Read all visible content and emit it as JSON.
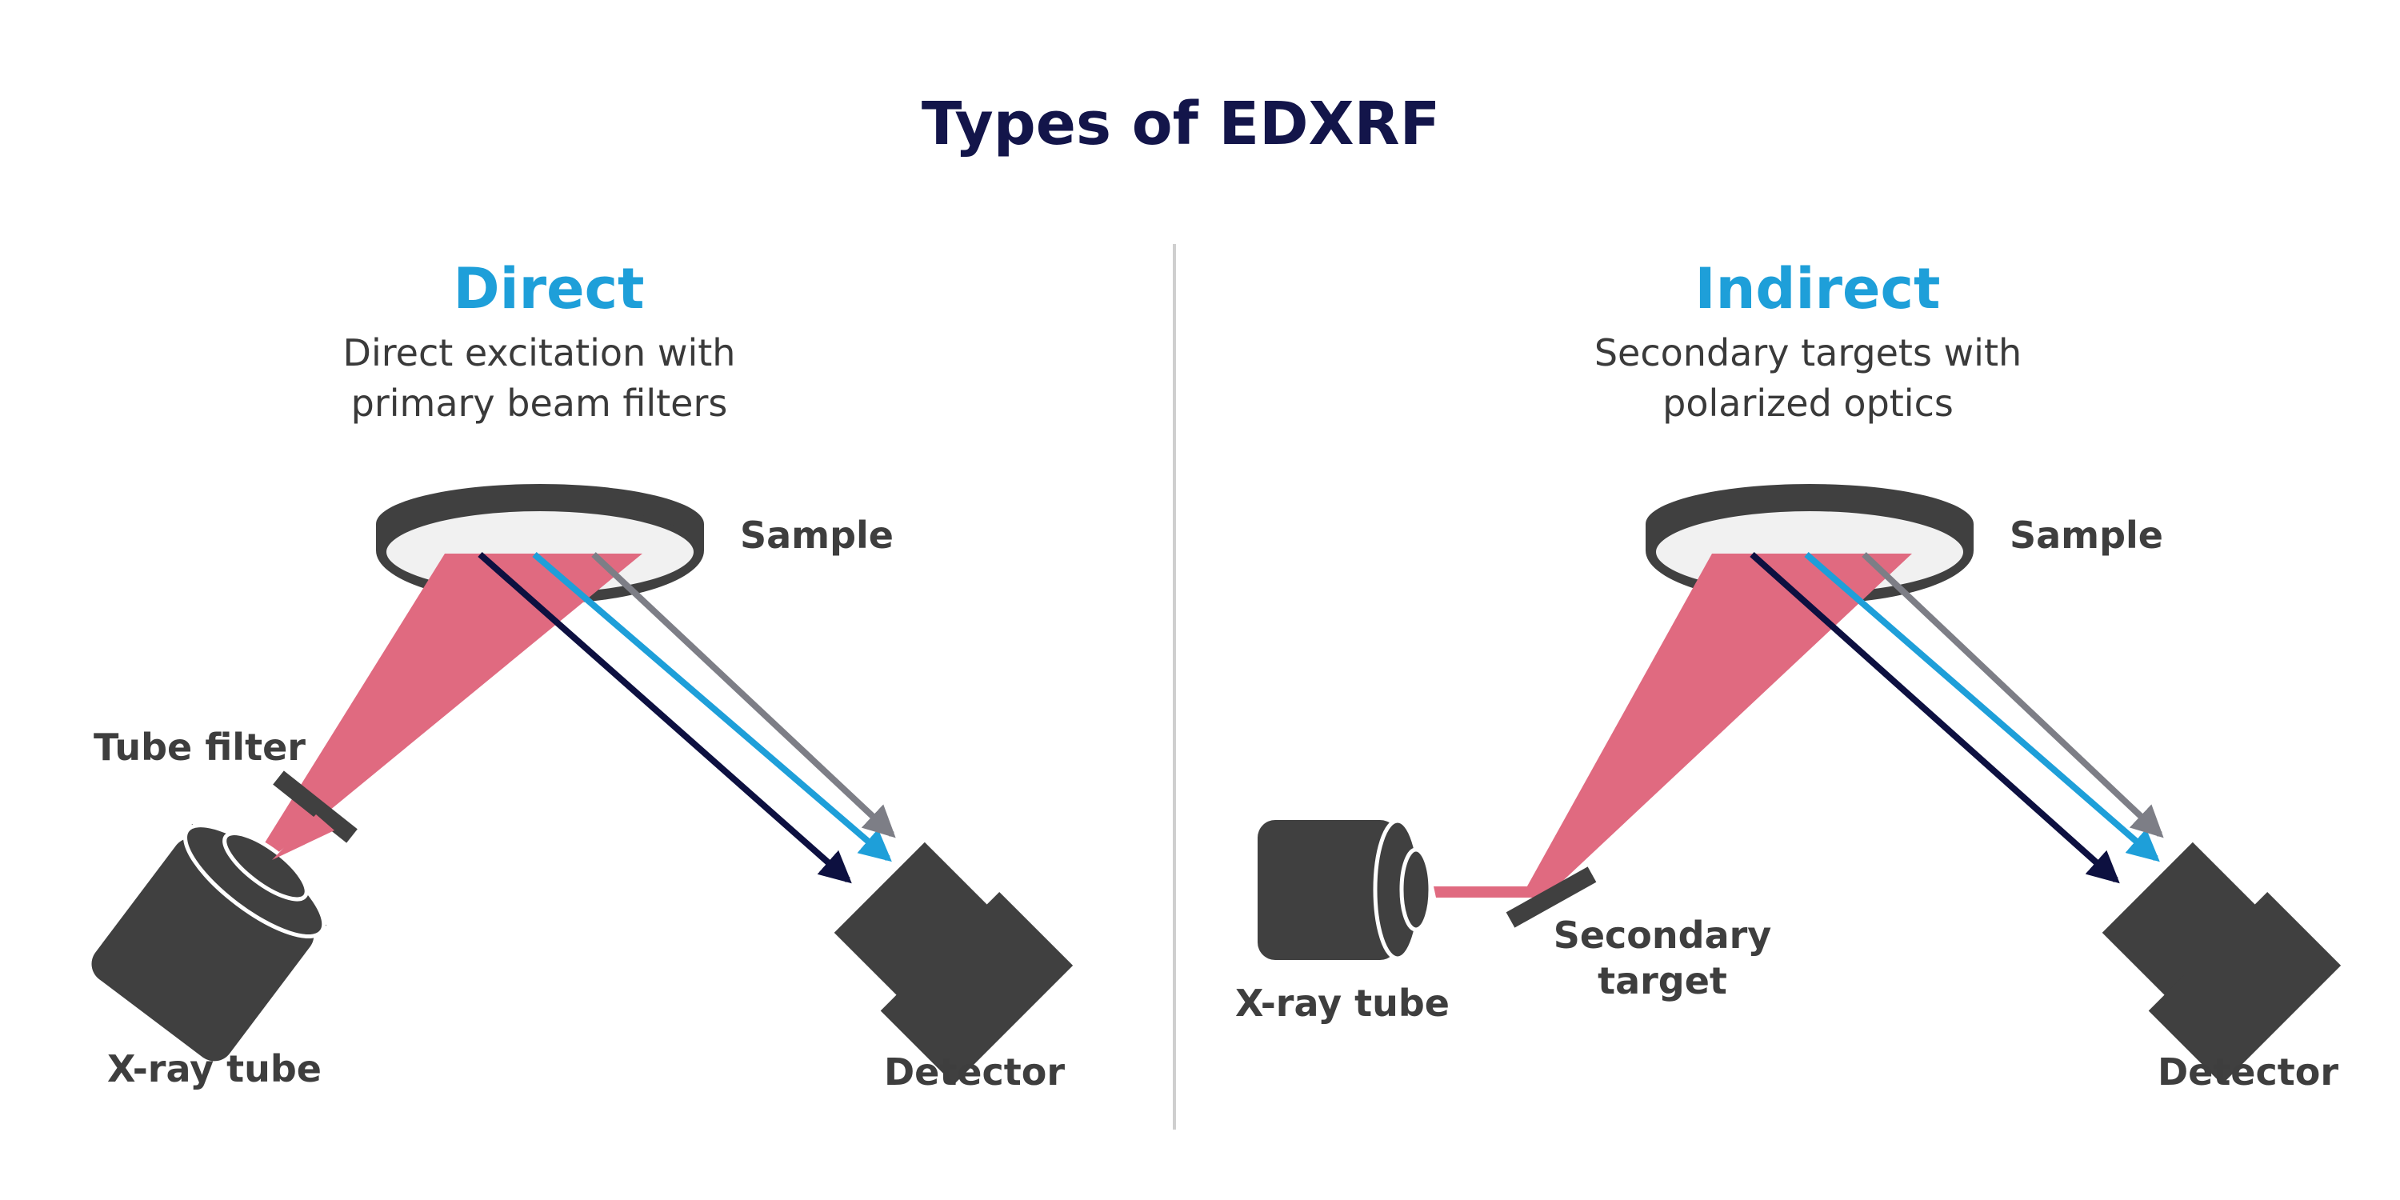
{
  "title": "Types of EDXRF",
  "colors": {
    "title": "#13154a",
    "accent": "#1e9fd9",
    "device": "#404040",
    "beam": "#e06a80",
    "ray_navy": "#0d1040",
    "ray_blue": "#1e9fd9",
    "ray_gray": "#7d7e86",
    "divider": "#cfcfcf"
  },
  "panels": {
    "direct": {
      "title": "Direct",
      "subtitle_lines": [
        "Direct excitation with",
        "primary beam filters"
      ],
      "labels": {
        "sample": "Sample",
        "tube_filter": "Tube filter",
        "xray_tube": "X-ray tube",
        "detector": "Detector"
      }
    },
    "indirect": {
      "title": "Indirect",
      "subtitle_lines": [
        "Secondary targets with",
        "polarized optics"
      ],
      "labels": {
        "sample": "Sample",
        "secondary_target_lines": [
          "Secondary",
          "target"
        ],
        "xray_tube": "X-ray tube",
        "detector": "Detector"
      }
    }
  }
}
